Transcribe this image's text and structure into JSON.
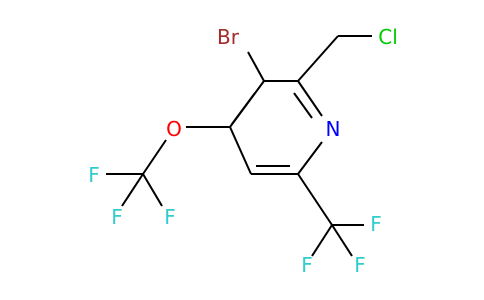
{
  "atoms": {
    "br": "Br",
    "cl": "Cl",
    "n": "N",
    "o": "O",
    "f1": "F",
    "f2": "F",
    "f3": "F",
    "f4": "F",
    "f5": "F",
    "f6": "F"
  },
  "colors": {
    "bond": "#000000",
    "bromine": "#a52a2a",
    "chlorine": "#00cc00",
    "nitrogen": "#0000ff",
    "oxygen": "#ff0000",
    "fluorine": "#33cccc"
  }
}
